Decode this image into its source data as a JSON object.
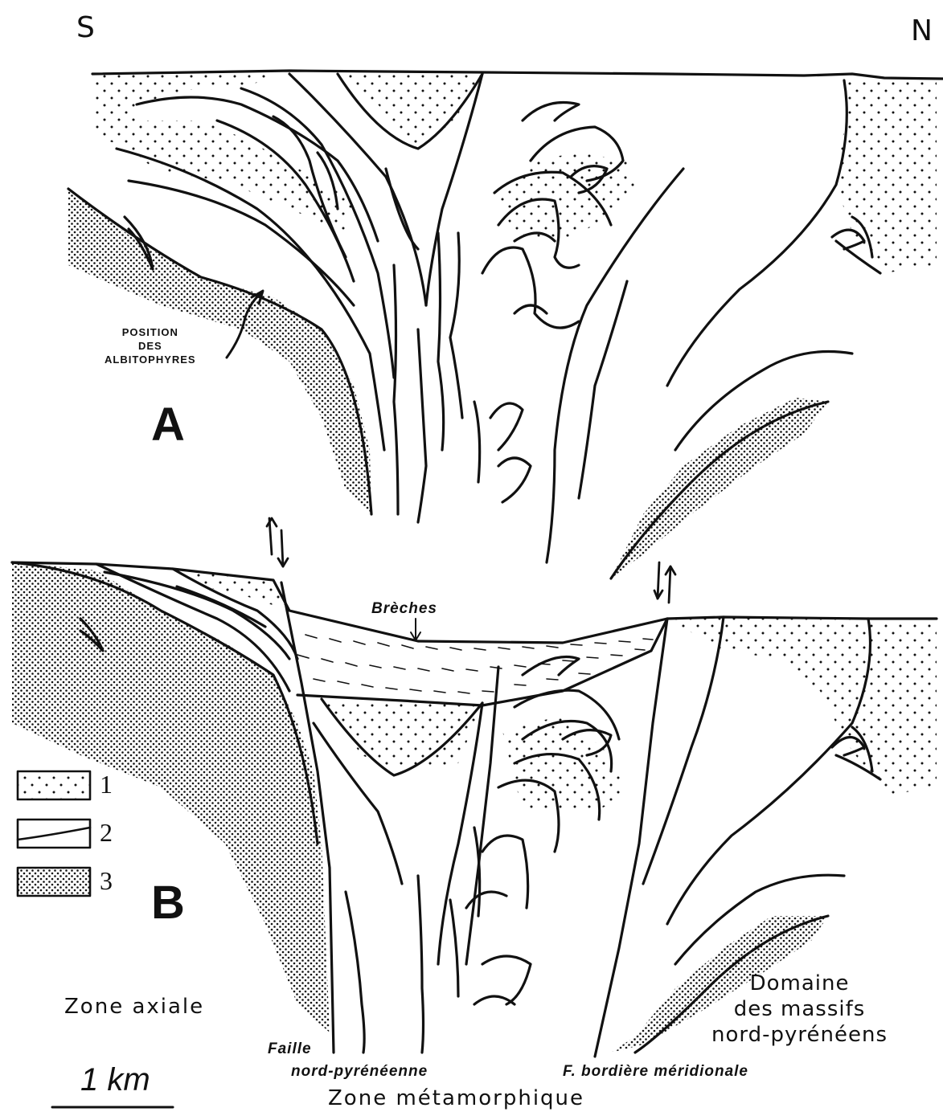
{
  "orientation": {
    "south": "S",
    "north": "N"
  },
  "panels": {
    "a": "A",
    "b": "B"
  },
  "annotations": {
    "albitophyres": [
      "POSITION",
      "DES",
      "ALBITOPHYRES"
    ],
    "breches": "Brèches",
    "faille": "Faille",
    "faille_2": "nord-pyrénéenne",
    "bordiere": "F. bordière méridionale"
  },
  "zones": {
    "axiale": "Zone axiale",
    "metamorphique": "Zone métamorphique",
    "domaine": [
      "Domaine",
      "des massifs",
      "nord-pyrénéens"
    ]
  },
  "legend": [
    {
      "key": "1",
      "pattern": "sparse-dots"
    },
    {
      "key": "2",
      "pattern": "line-in-box"
    },
    {
      "key": "3",
      "pattern": "dense-dots"
    }
  ],
  "scale_bar": "1 km",
  "colors": {
    "ink": "#111111",
    "paper": "#ffffff"
  }
}
